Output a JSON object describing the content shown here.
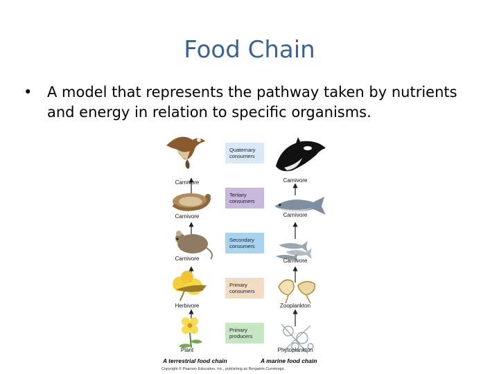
{
  "slide": {
    "title": "Food Chain",
    "bullet": "A model that represents the pathway taken by nutrients and energy in relation to specific organisms."
  },
  "figure": {
    "levels": [
      {
        "label": "Quaternary consumers",
        "color": "#dbe8f5"
      },
      {
        "label": "Tertiary consumers",
        "color": "#c9b7dc"
      },
      {
        "label": "Secondary consumers",
        "color": "#a9d4ee"
      },
      {
        "label": "Primary consumers",
        "color": "#f3dcc4"
      },
      {
        "label": "Primary producers",
        "color": "#c6e6c4"
      }
    ],
    "terrestrial": {
      "labels": [
        "Carnivore",
        "Carnivore",
        "Carnivore",
        "Herbivore",
        "Plant"
      ],
      "organisms": [
        "hawk-icon",
        "snake-icon",
        "mouse-icon",
        "grasshopper-icon",
        "flower-icon"
      ],
      "chain_title": "A terrestrial food chain"
    },
    "marine": {
      "labels": [
        "Carnivore",
        "Carnivore",
        "Carnivore",
        "Zooplankton",
        "Phytoplankton"
      ],
      "organisms": [
        "orca-icon",
        "tuna-icon",
        "small-fish-icon",
        "zooplankton-icon",
        "phytoplankton-icon"
      ],
      "chain_title": "A marine food chain"
    },
    "copyright": "Copyright © Pearson Education, Inc., publishing as Benjamin Cummings."
  }
}
